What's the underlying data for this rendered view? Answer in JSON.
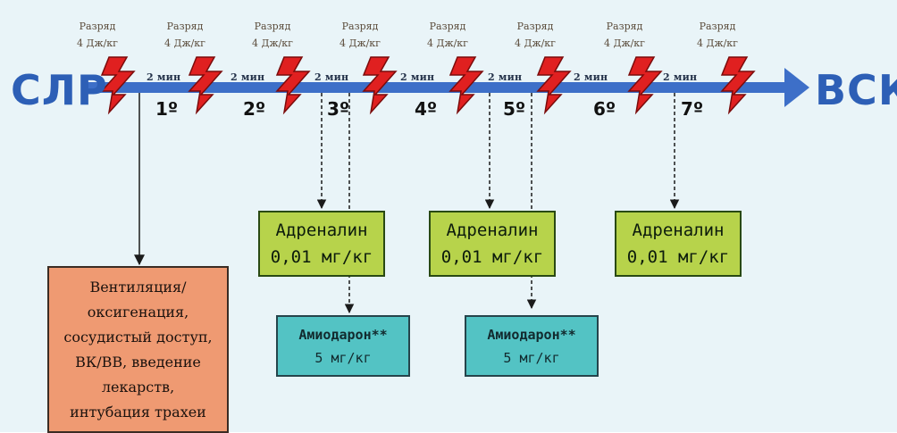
{
  "start_label": "СЛР",
  "end_label": "ВСК",
  "shocks": [
    {
      "line1": "Разряд",
      "line2": "4 Дж/кг"
    },
    {
      "line1": "Разряд",
      "line2": "4 Дж/кг"
    },
    {
      "line1": "Разряд",
      "line2": "4 Дж/кг"
    },
    {
      "line1": "Разряд",
      "line2": "4 Дж/кг"
    },
    {
      "line1": "Разряд",
      "line2": "4 Дж/кг"
    },
    {
      "line1": "Разряд",
      "line2": "4 Дж/кг"
    },
    {
      "line1": "Разряд",
      "line2": "4 Дж/кг"
    },
    {
      "line1": "Разряд",
      "line2": "4 Дж/кг"
    }
  ],
  "intervals": [
    "2 мин",
    "2 мин",
    "2 мин",
    "2 мин",
    "2 мин",
    "2 мин",
    "2 мин"
  ],
  "cycles": [
    "1º",
    "2º",
    "3º",
    "4º",
    "5º",
    "6º",
    "7º"
  ],
  "adrenaline_boxes": [
    {
      "line1": "Адреналин",
      "line2": "0,01 мг/кг"
    },
    {
      "line1": "Адреналин",
      "line2": "0,01 мг/кг"
    },
    {
      "line1": "Адреналин",
      "line2": "0,01 мг/кг"
    }
  ],
  "amiodarone_boxes": [
    {
      "line1": "Амиодарон**",
      "line2": "5 мг/кг"
    },
    {
      "line1": "Амиодарон**",
      "line2": "5 мг/кг"
    }
  ],
  "procedures_box": {
    "lines": [
      "Вентиляция/",
      "оксигенация,",
      "сосудистый доступ,",
      "ВК/ВВ, введение",
      "лекарств,",
      "интубация трахеи"
    ]
  },
  "colors": {
    "background": "#e9f4f8",
    "arrow": "#3d6fc8",
    "shock_red": "#e02020",
    "adrenaline_fill": "#b7d34b",
    "amiodarone_fill": "#53c3c4",
    "procedures_fill": "#ef9a72",
    "endcap_text": "#2d5fb6"
  }
}
